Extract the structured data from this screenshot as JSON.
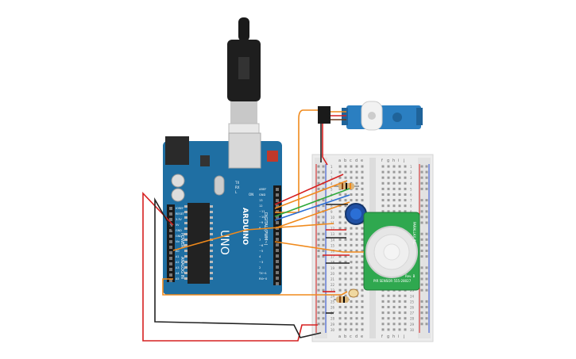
{
  "arduino": {
    "brand": "ARDUINO",
    "model": "UNO",
    "digital_label": "DIGITAL (PWM~)",
    "power_label": "POWER",
    "analog_label": "ANALOG IN",
    "top_pins": [
      "AREF",
      "GND",
      "13",
      "12",
      "~11",
      "~10",
      "~9",
      "8"
    ],
    "bottom_pins": [
      "7",
      "~6",
      "~5",
      "4",
      "~3",
      "2",
      "TX→1",
      "RX←0"
    ],
    "power_pins": [
      "IOREF",
      "RESET",
      "3.3V",
      "5V",
      "GND",
      "GND",
      "Vin"
    ],
    "analog_pins": [
      "A0",
      "A1",
      "A2",
      "A3",
      "A4",
      "A5"
    ],
    "on_label": "ON",
    "tx_label": "TX",
    "rx_label": "RX",
    "l_label": "L"
  },
  "breadboard": {
    "cols_left": [
      "a",
      "b",
      "c",
      "d",
      "e"
    ],
    "cols_right": [
      "f",
      "g",
      "h",
      "i",
      "j"
    ],
    "row_numbers": [
      "1",
      "2",
      "3",
      "4",
      "5",
      "6",
      "7",
      "8",
      "9",
      "10",
      "11",
      "12",
      "13",
      "14",
      "15",
      "16",
      "17",
      "18",
      "19",
      "20",
      "21",
      "22",
      "23",
      "24",
      "25",
      "26",
      "27",
      "28",
      "29",
      "30"
    ]
  },
  "pir": {
    "label_top": "PARALLAX INC",
    "label_bottom": "PIR SENSOR 555-28027",
    "rev": "Rev. B"
  },
  "colors": {
    "arduino_blue": "#1f6fa3",
    "servo_blue": "#2b7fc1",
    "pir_green": "#2fa84f",
    "wire_red": "#d62020",
    "wire_orange": "#f08a1c",
    "wire_black": "#222222",
    "wire_green": "#2ea83a",
    "wire_blue": "#2b6fd6"
  }
}
